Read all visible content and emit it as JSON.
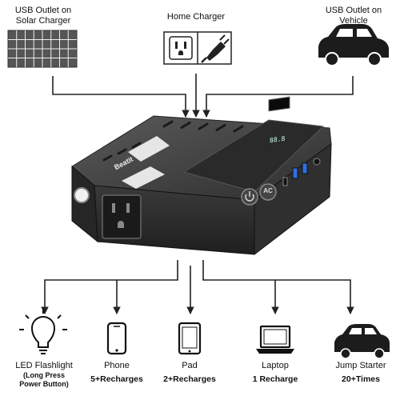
{
  "inputs": [
    {
      "label_lines": [
        "USB Outlet on",
        "Solar Charger"
      ],
      "icon": "solar-panel-icon"
    },
    {
      "label_lines": [
        "Home Charger"
      ],
      "icon": "wall-outlet-icon"
    },
    {
      "label_lines": [
        "USB Outlet on",
        "Vehicle"
      ],
      "icon": "car-icon"
    }
  ],
  "device": {
    "brand": "Beatit",
    "display": "88.8",
    "power_button": "power-icon",
    "ac_button": "AC",
    "body_color": "#3c3c3c",
    "accent_color": "#e6e6e6",
    "usb_port_color": "#2f6fe0"
  },
  "outputs": [
    {
      "label": "LED Flashlight",
      "sub_lines": [
        "(Long Press",
        "Power Button)"
      ],
      "count": "",
      "icon": "light-bulb-icon"
    },
    {
      "label": "Phone",
      "sub_lines": [],
      "count": "5+Recharges",
      "icon": "phone-icon"
    },
    {
      "label": "Pad",
      "sub_lines": [],
      "count": "2+Recharges",
      "icon": "tablet-icon"
    },
    {
      "label": "Laptop",
      "sub_lines": [],
      "count": "1 Recharge",
      "icon": "laptop-icon"
    },
    {
      "label": "Jump Starter",
      "sub_lines": [],
      "count": "20+Times",
      "icon": "car-icon"
    }
  ]
}
